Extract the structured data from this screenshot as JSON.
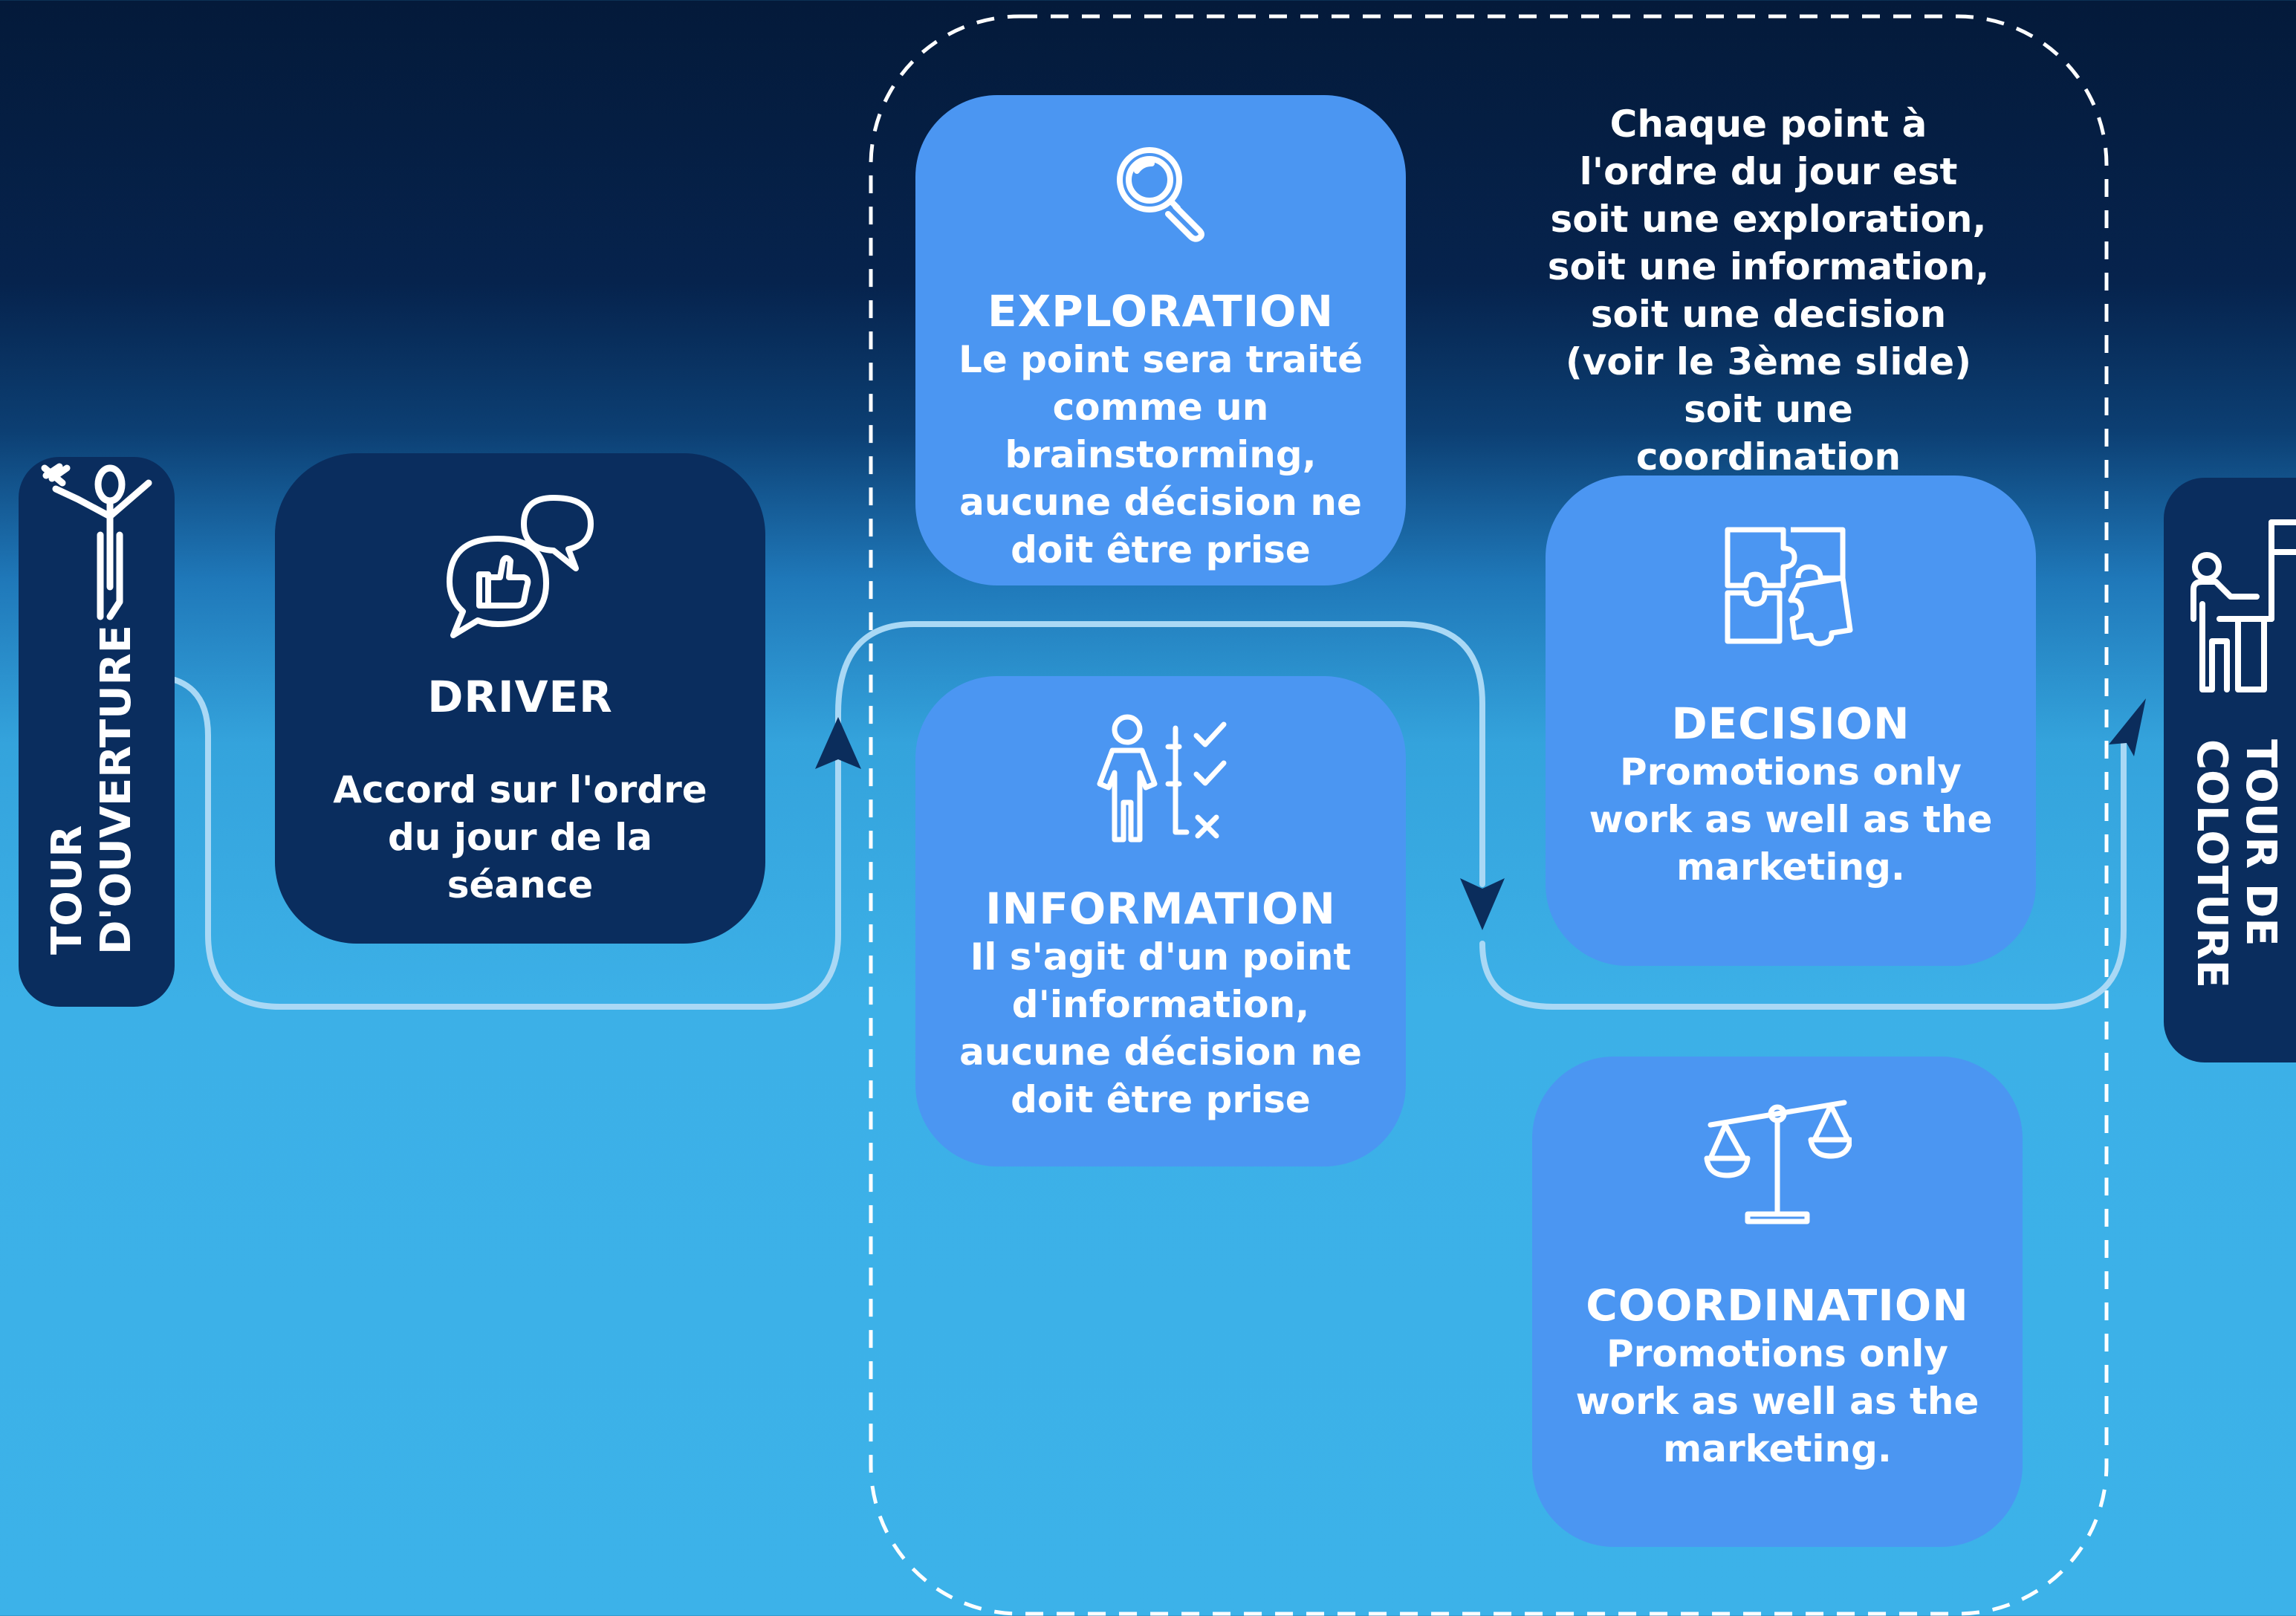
{
  "opening": {
    "label_line1": "TOUR",
    "label_line2": "D'OUVERTURE",
    "icon": "celebrating-person-icon"
  },
  "closing": {
    "label_line1": "TOUR DE",
    "label_line2": "COLOTURE",
    "icon": "person-at-desk-with-flag-icon"
  },
  "driver": {
    "title": "DRIVER",
    "text": "Accord sur l'ordre du jour de la séance",
    "icon": "thumbs-up-speech-bubbles-icon"
  },
  "note": {
    "text": "Chaque point à l'ordre du jour est soit une exploration, soit une information, soit une decision (voir le 3ème slide) soit une coordination"
  },
  "exploration": {
    "title": "EXPLORATION",
    "text": "Le point sera traité comme un brainstorming, aucune décision ne doit être prise",
    "icon": "magnifier-icon"
  },
  "information": {
    "title": "INFORMATION",
    "text": "Il s'agit d'un point d'information, aucune décision ne doit être prise",
    "icon": "person-checklist-icon"
  },
  "decision": {
    "title": "DECISION",
    "text": "Promotions only work as well as the marketing.",
    "icon": "puzzle-icon"
  },
  "coordination": {
    "title": "COORDINATION",
    "text": "Promotions only work as well as the marketing.",
    "icon": "balance-scale-icon"
  },
  "colors": {
    "dark_card": "#0a2d5e",
    "light_card": "#4b96f2",
    "flow_line": "#a9d8f5",
    "arrow": "#0b2d5c"
  }
}
